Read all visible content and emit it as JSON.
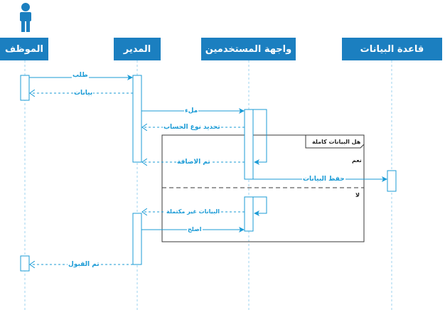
{
  "lifelines": {
    "employee": "الموظف",
    "manager": "المدير",
    "ui": "واجهة المستخدمين",
    "database": "قاعدة البيانات"
  },
  "messages": {
    "request": "طلب",
    "data": "بيانات",
    "fill": "ملء",
    "account_type": "تحديد نوع الحساب",
    "added": "تم الاضافة",
    "save_data": "حفظ البيانات",
    "incomplete": "البيانات غير مكتملة",
    "fix": "اصلح",
    "accepted": "تم القبول"
  },
  "fragment": {
    "condition": "هل البيانات كاملة",
    "yes": "نعم",
    "no": "لا"
  },
  "colors": {
    "header": "#1b7fc0",
    "lifeline": "#9ed3ef",
    "message": "#1b9bd6",
    "frame": "#3a3a3a"
  },
  "icons": {
    "actor": "actor-icon"
  }
}
